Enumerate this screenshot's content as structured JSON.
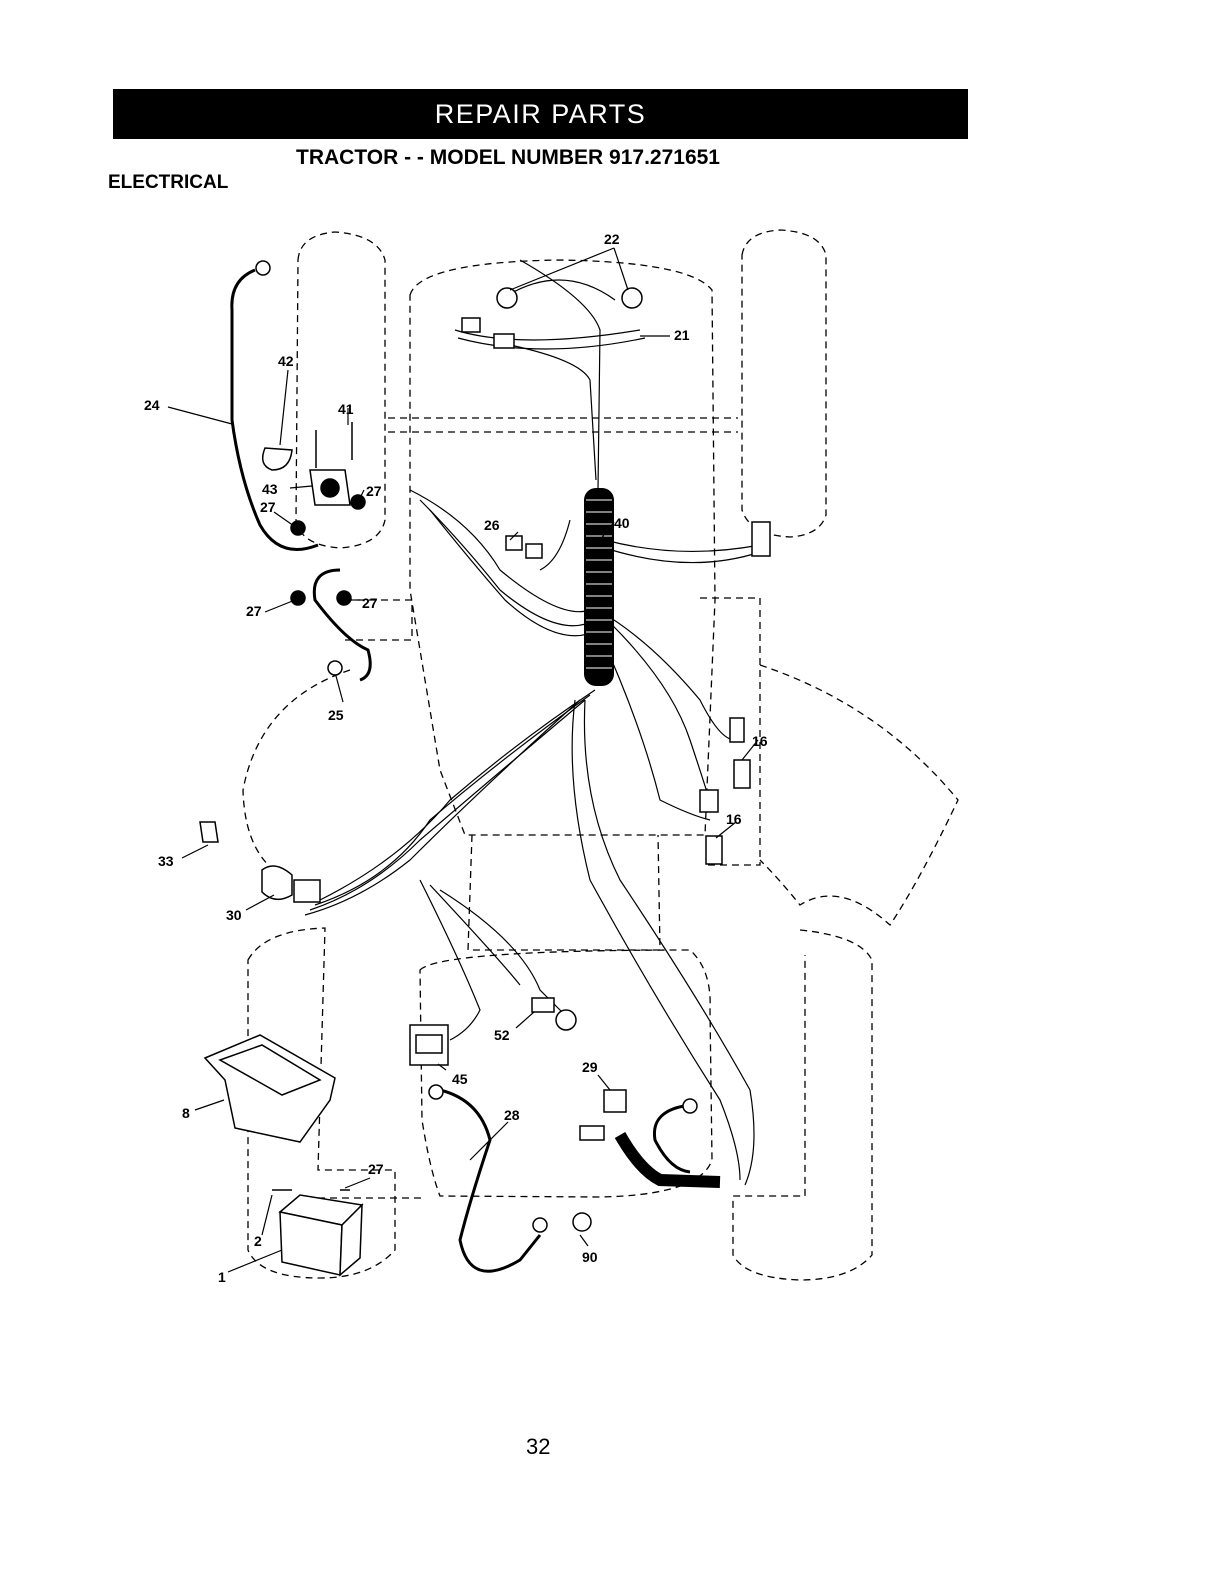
{
  "header": {
    "banner": "REPAIR PARTS",
    "title": "TRACTOR - - MODEL NUMBER 917.271651",
    "section": "ELECTRICAL"
  },
  "diagram": {
    "callouts": [
      "22",
      "21",
      "24",
      "42",
      "41",
      "43",
      "27",
      "27",
      "27",
      "27",
      "26",
      "40",
      "25",
      "16",
      "16",
      "33",
      "30",
      "52",
      "45",
      "29",
      "28",
      "8",
      "27",
      "2",
      "1",
      "90"
    ]
  },
  "footer": {
    "page_number": "32"
  }
}
